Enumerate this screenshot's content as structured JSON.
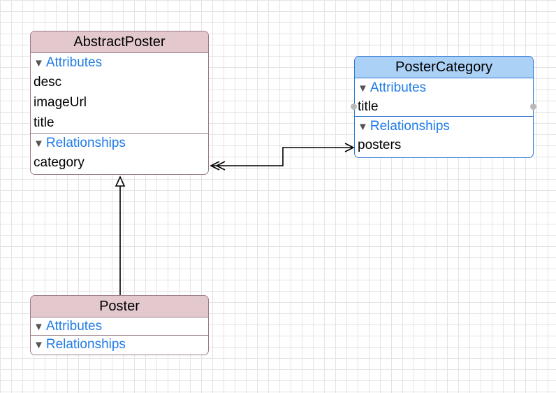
{
  "entities": {
    "abstract_poster": {
      "name": "AbstractPoster",
      "attributes_label": "Attributes",
      "attributes": [
        "desc",
        "imageUrl",
        "title"
      ],
      "relationships_label": "Relationships",
      "relationships": [
        "category"
      ]
    },
    "poster_category": {
      "name": "PosterCategory",
      "attributes_label": "Attributes",
      "attributes": [
        "title"
      ],
      "relationships_label": "Relationships",
      "relationships": [
        "posters"
      ]
    },
    "poster": {
      "name": "Poster",
      "attributes_label": "Attributes",
      "relationships_label": "Relationships"
    }
  },
  "colors": {
    "entity_header": "#e3c9ce",
    "selected_header": "#acd1f7",
    "section_label": "#1f7be6",
    "grid": "#e4e4e4"
  }
}
